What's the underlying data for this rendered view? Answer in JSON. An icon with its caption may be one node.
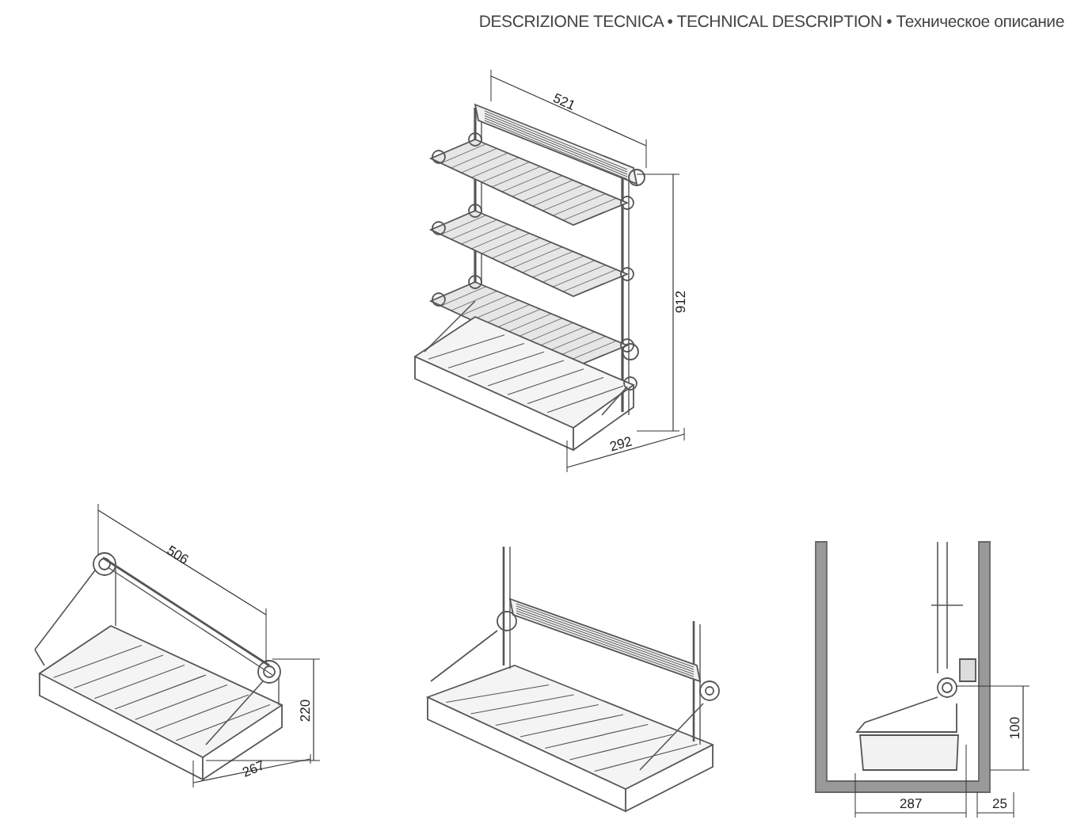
{
  "diagram": {
    "title": "DESCRIZIONE TECNICA • TECHNICAL DESCRIPTION • Техническое описание",
    "labels": [
      "521",
      "912",
      "292",
      "506",
      "220",
      "267",
      "100",
      "287",
      "25"
    ]
  }
}
